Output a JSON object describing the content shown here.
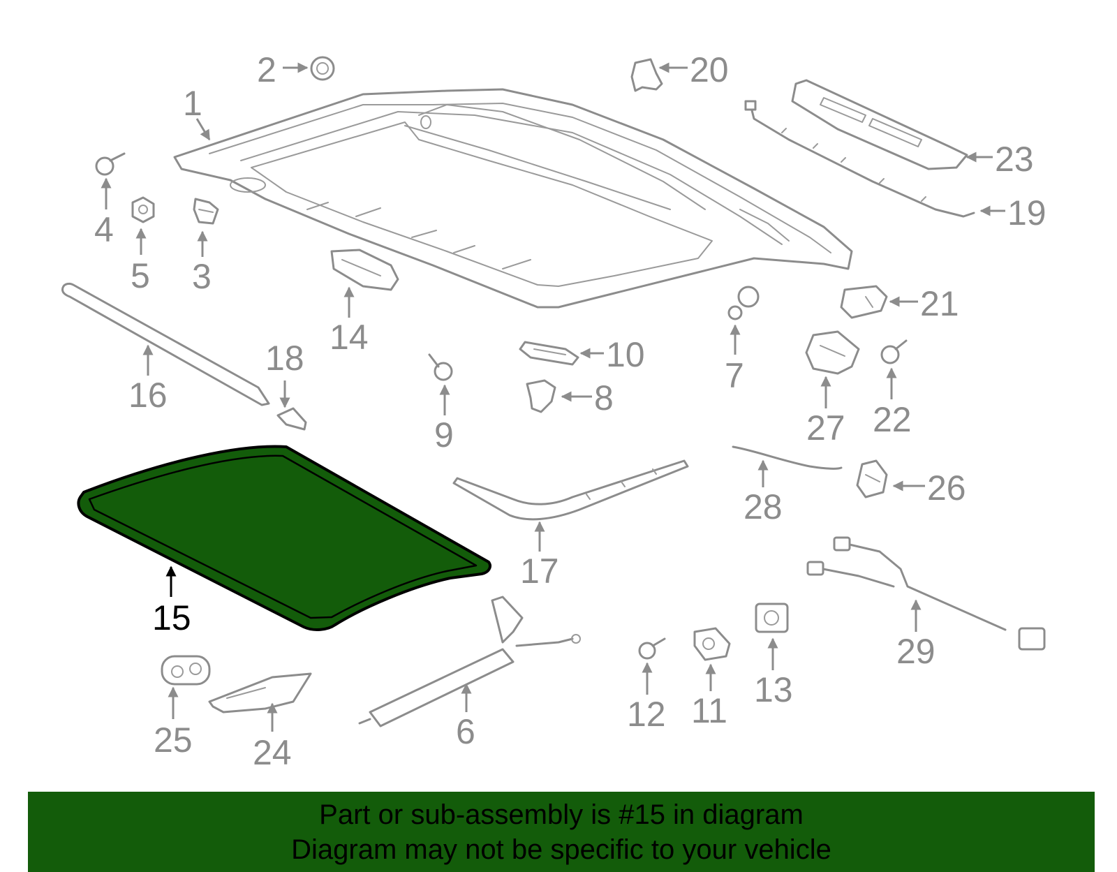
{
  "diagram": {
    "highlight_part": "15",
    "highlight_color": "#135c0a",
    "part_line_color": "#8c8c8c",
    "labels": {
      "p1": "1",
      "p2": "2",
      "p3": "3",
      "p4": "4",
      "p5": "5",
      "p6": "6",
      "p7": "7",
      "p8": "8",
      "p9": "9",
      "p10": "10",
      "p11": "11",
      "p12": "12",
      "p13": "13",
      "p14": "14",
      "p15": "15",
      "p16": "16",
      "p17": "17",
      "p18": "18",
      "p19": "19",
      "p20": "20",
      "p21": "21",
      "p22": "22",
      "p23": "23",
      "p24": "24",
      "p25": "25",
      "p26": "26",
      "p27": "27",
      "p28": "28",
      "p29": "29"
    }
  },
  "banner": {
    "line1": "Part or sub-assembly is #15 in diagram",
    "line2": "Diagram may not be specific to your vehicle",
    "background": "#135c0a"
  }
}
